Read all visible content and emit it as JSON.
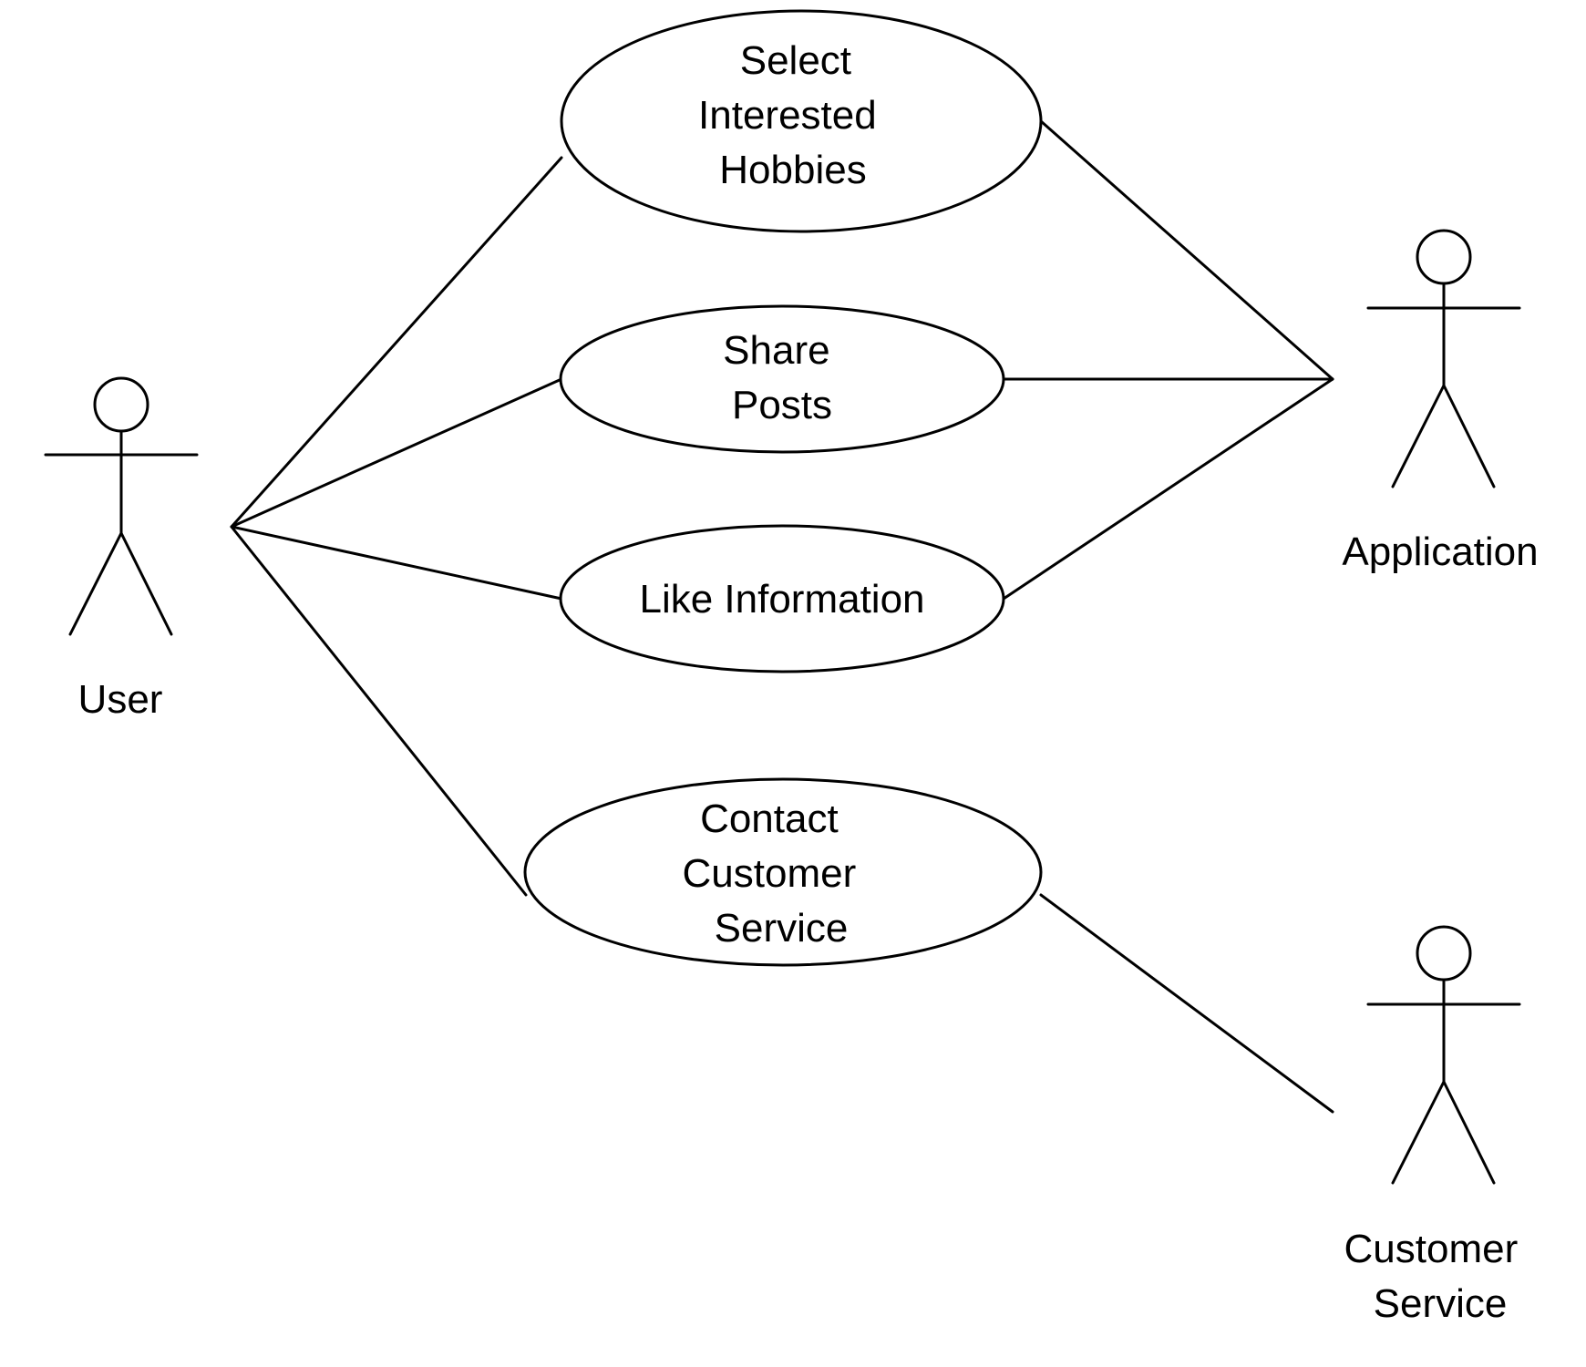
{
  "diagram": {
    "type": "uml-use-case",
    "actors": {
      "user": {
        "label": "User"
      },
      "application": {
        "label": "Application"
      },
      "customer_service": {
        "label_lines": [
          "Customer",
          "Service"
        ]
      }
    },
    "use_cases": {
      "select_hobbies": {
        "label_lines": [
          "Select",
          "Interested",
          "Hobbies"
        ]
      },
      "share_posts": {
        "label_lines": [
          "Share",
          "Posts"
        ]
      },
      "like_information": {
        "label_lines": [
          "Like Information"
        ]
      },
      "contact_customer_service": {
        "label_lines": [
          "Contact",
          "Customer",
          "Service"
        ]
      }
    },
    "associations": [
      {
        "from": "User",
        "to": "Select Interested Hobbies"
      },
      {
        "from": "User",
        "to": "Share Posts"
      },
      {
        "from": "User",
        "to": "Like Information"
      },
      {
        "from": "User",
        "to": "Contact Customer Service"
      },
      {
        "from": "Select Interested Hobbies",
        "to": "Application"
      },
      {
        "from": "Share Posts",
        "to": "Application"
      },
      {
        "from": "Like Information",
        "to": "Application"
      },
      {
        "from": "Contact Customer Service",
        "to": "Customer Service"
      }
    ]
  }
}
